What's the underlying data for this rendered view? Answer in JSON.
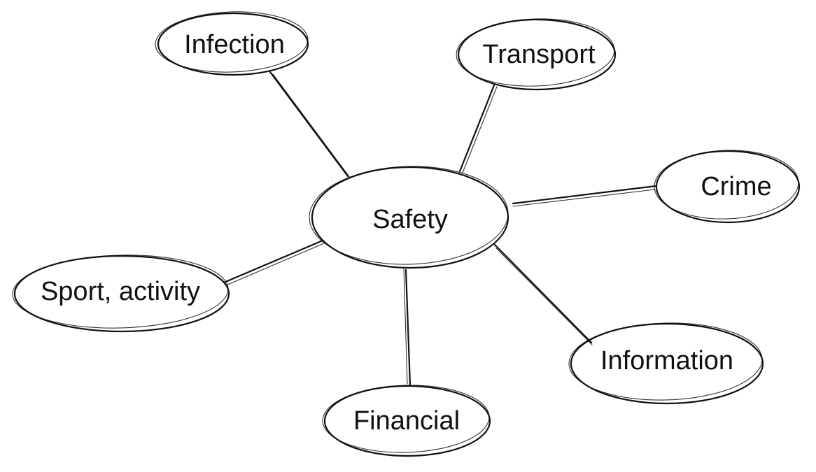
{
  "diagram": {
    "center": {
      "label": "Safety"
    },
    "nodes": [
      {
        "id": "infection",
        "label": "Infection"
      },
      {
        "id": "transport",
        "label": "Transport"
      },
      {
        "id": "crime",
        "label": "Crime"
      },
      {
        "id": "information",
        "label": "Information"
      },
      {
        "id": "financial",
        "label": "Financial"
      },
      {
        "id": "sport-activity",
        "label": "Sport, activity"
      }
    ]
  },
  "colors": {
    "stroke": "#111111",
    "background": "#ffffff"
  }
}
